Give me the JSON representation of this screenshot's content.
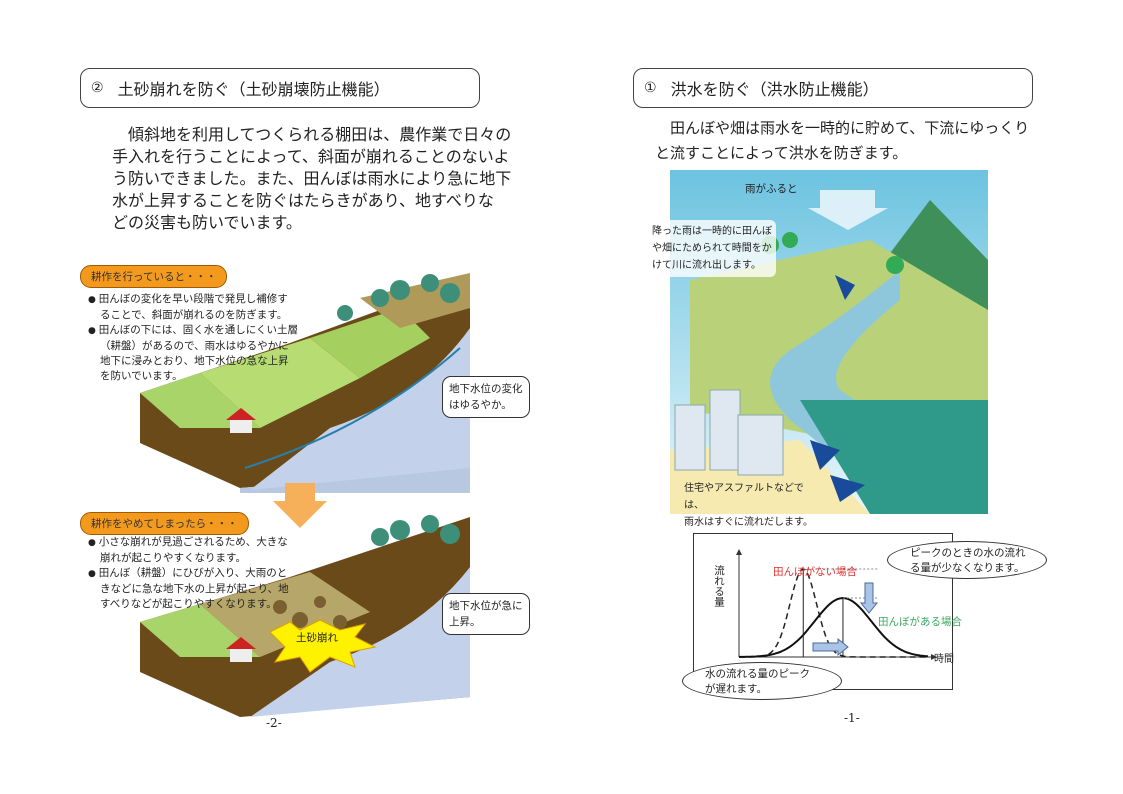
{
  "left_page": {
    "title_number": "②",
    "title": "土砂崩れを防ぐ（土砂崩壊防止機能）",
    "body": [
      "傾斜地を利用してつくられる棚田は、農作業で日々の",
      "手入れを行うことによって、斜面が崩れることのないよ",
      "う防いできました。また、田んぼは雨水により急に地下",
      "水が上昇することを防ぐはたらきがあり、地すべりな",
      "どの災害も防いでいます。"
    ],
    "section1": {
      "label": "耕作を行っていると・・・",
      "bullets": [
        "田んぼの変化を早い段階で発見し補修することで、斜面が崩れるのを防ぎます。",
        "田んぼの下には、固く水を通しにくい土層（耕盤）があるので、雨水はゆるやかに地下に浸みとおり、地下水位の急な上昇を防いでいます。"
      ],
      "callout": [
        "地下水位の変化",
        "はゆるやか。"
      ]
    },
    "section2": {
      "label": "耕作をやめてしまったら・・・",
      "bullets": [
        "小さな崩れが見過ごされるため、大きな崩れが起こりやすくなります。",
        "田んぼ（耕盤）にひびが入り、大雨のときなどに急な地下水の上昇が起こり、地すべりなどが起こりやすくなります。"
      ],
      "callout": [
        "地下水位が急に",
        "上昇。"
      ],
      "burst": "土砂崩れ"
    },
    "page_number": "-2-"
  },
  "right_page": {
    "title_number": "①",
    "title": "洪水を防ぐ（洪水防止機能）",
    "body": [
      "田んぼや畑は雨水を一時的に貯めて、下流にゆっくり",
      "と流すことによって洪水を防ぎます。"
    ],
    "illustration": {
      "rain_label": "雨がふると",
      "note_paddy": [
        "降った雨は一時的に田んぼ",
        "や畑にためられて時間をか",
        "けて川に流れ出します。"
      ],
      "note_city": [
        "住宅やアスファルトなどでは、",
        "雨水はすぐに流れだします。"
      ]
    },
    "chart": {
      "ylabel": "流れる量",
      "xlabel": "時間",
      "series_without": "田んぼがない場合",
      "series_with": "田んぼがある場合",
      "bubble_peak": [
        "ピークのときの水の流れ",
        "る量が少なくなります。"
      ],
      "bubble_delay": [
        "水の流れる量のピーク",
        "が遅れます。"
      ]
    },
    "page_number": "-1-"
  },
  "chart_data": {
    "type": "line",
    "title": "",
    "xlabel": "時間",
    "ylabel": "流れる量",
    "series": [
      {
        "name": "田んぼがない場合",
        "peak_x": 0.34,
        "peak_y": 1.0,
        "style": "dashed"
      },
      {
        "name": "田んぼがある場合",
        "peak_x": 0.55,
        "peak_y": 0.67,
        "style": "solid"
      }
    ]
  }
}
